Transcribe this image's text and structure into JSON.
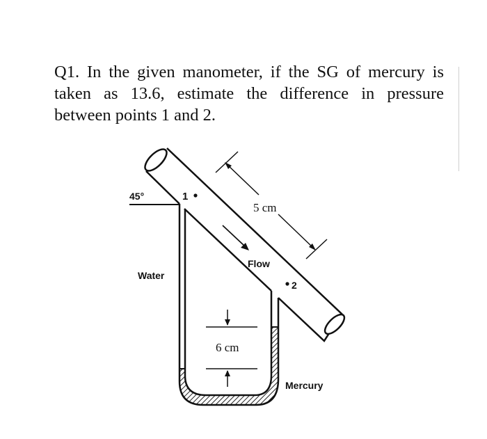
{
  "question": {
    "text": "Q1. In the given manometer, if the SG of mercury is taken as 13.6, estimate the difference in pressure between points 1 and 2."
  },
  "diagram": {
    "angle_label": "45°",
    "point1_label": "1",
    "point2_label": "2",
    "length_label": "5 cm",
    "flow_label": "Flow",
    "water_label": "Water",
    "height_label": "6 cm",
    "mercury_label": "Mercury"
  }
}
